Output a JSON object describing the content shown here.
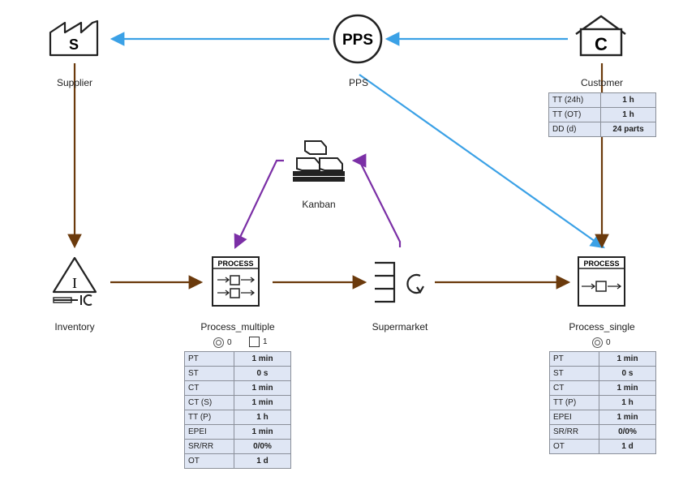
{
  "nodes": {
    "supplier": {
      "label": "Supplier",
      "icon_letter": "S"
    },
    "pps": {
      "label": "PPS",
      "icon_text": "PPS"
    },
    "customer": {
      "label": "Customer",
      "icon_letter": "C"
    },
    "kanban": {
      "label": "Kanban"
    },
    "inventory": {
      "label": "Inventory",
      "icon_letter": "I"
    },
    "process_multiple": {
      "label": "Process_multiple",
      "header": "PROCESS",
      "operators": "0",
      "machines": "1"
    },
    "supermarket": {
      "label": "Supermarket"
    },
    "process_single": {
      "label": "Process_single",
      "header": "PROCESS",
      "operators": "0"
    }
  },
  "customer_table": [
    {
      "k": "TT (24h)",
      "v": "1 h"
    },
    {
      "k": "TT (OT)",
      "v": "1 h"
    },
    {
      "k": "DD (d)",
      "v": "24 parts"
    }
  ],
  "process_multiple_table": [
    {
      "k": "PT",
      "v": "1 min"
    },
    {
      "k": "ST",
      "v": "0 s"
    },
    {
      "k": "CT",
      "v": "1 min"
    },
    {
      "k": "CT (S)",
      "v": "1 min"
    },
    {
      "k": "TT (P)",
      "v": "1 h"
    },
    {
      "k": "EPEI",
      "v": "1 min"
    },
    {
      "k": "SR/RR",
      "v": "0/0%"
    },
    {
      "k": "OT",
      "v": "1 d"
    }
  ],
  "process_single_table": [
    {
      "k": "PT",
      "v": "1 min"
    },
    {
      "k": "ST",
      "v": "0 s"
    },
    {
      "k": "CT",
      "v": "1 min"
    },
    {
      "k": "TT (P)",
      "v": "1 h"
    },
    {
      "k": "EPEI",
      "v": "1 min"
    },
    {
      "k": "SR/RR",
      "v": "0/0%"
    },
    {
      "k": "OT",
      "v": "1 d"
    }
  ],
  "colors": {
    "info_flow": "#3ba1e6",
    "material_flow": "#6b3a0c",
    "kanban_flow": "#7b2fa6",
    "table_bg": "#dfe6f4"
  }
}
